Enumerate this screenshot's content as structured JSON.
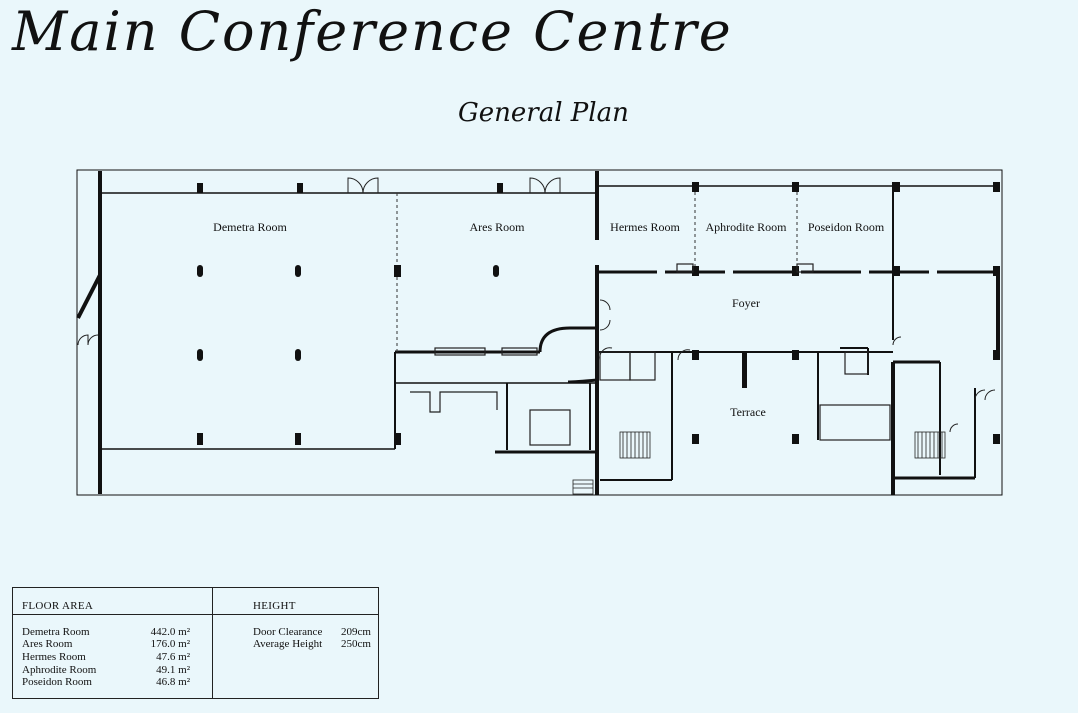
{
  "title": "Main Conference Centre",
  "subtitle": "General Plan",
  "rooms": {
    "demetra": "Demetra Room",
    "ares": "Ares Room",
    "hermes": "Hermes Room",
    "aphrodite": "Aphrodite Room",
    "poseidon": "Poseidon Room",
    "foyer": "Foyer",
    "terrace": "Terrace"
  },
  "legend": {
    "floor_area_heading": "FLOOR AREA",
    "height_heading": "HEIGHT",
    "floor_area": [
      {
        "name": "Demetra Room",
        "value": "442.0 m²"
      },
      {
        "name": "Ares Room",
        "value": "176.0 m²"
      },
      {
        "name": "Hermes Room",
        "value": "47.6 m²"
      },
      {
        "name": "Aphrodite Room",
        "value": "49.1 m²"
      },
      {
        "name": "Poseidon Room",
        "value": "46.8 m²"
      }
    ],
    "height": [
      {
        "name": "Door Clearance",
        "value": "209cm"
      },
      {
        "name": "Average Height",
        "value": "250cm"
      }
    ]
  }
}
